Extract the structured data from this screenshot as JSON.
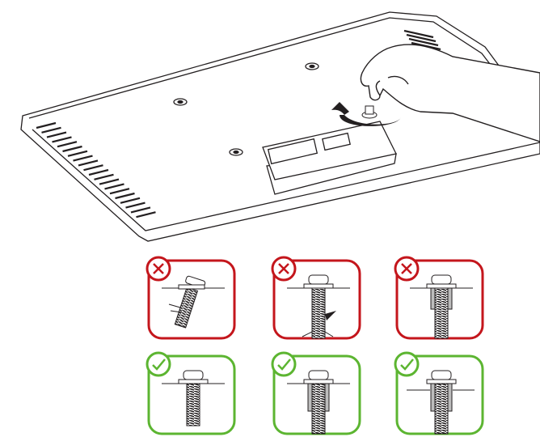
{
  "colors": {
    "incorrect": "#c4161c",
    "correct": "#5cb531",
    "line": "#231f20",
    "nut_fill": "#bdbdbd"
  },
  "illustration": {
    "subject": "monitor-back-screw-installation",
    "action_icon": "rotate-arrow-icon"
  },
  "panels": [
    {
      "status": "incorrect",
      "icon": "cross-icon",
      "variant": "tilted-stripped"
    },
    {
      "status": "incorrect",
      "icon": "cross-icon",
      "variant": "too-long-cracked"
    },
    {
      "status": "incorrect",
      "icon": "cross-icon",
      "variant": "nut-too-short"
    },
    {
      "status": "correct",
      "icon": "check-icon",
      "variant": "plain"
    },
    {
      "status": "correct",
      "icon": "check-icon",
      "variant": "nut-inset"
    },
    {
      "status": "correct",
      "icon": "check-icon",
      "variant": "nut-recessed"
    }
  ]
}
